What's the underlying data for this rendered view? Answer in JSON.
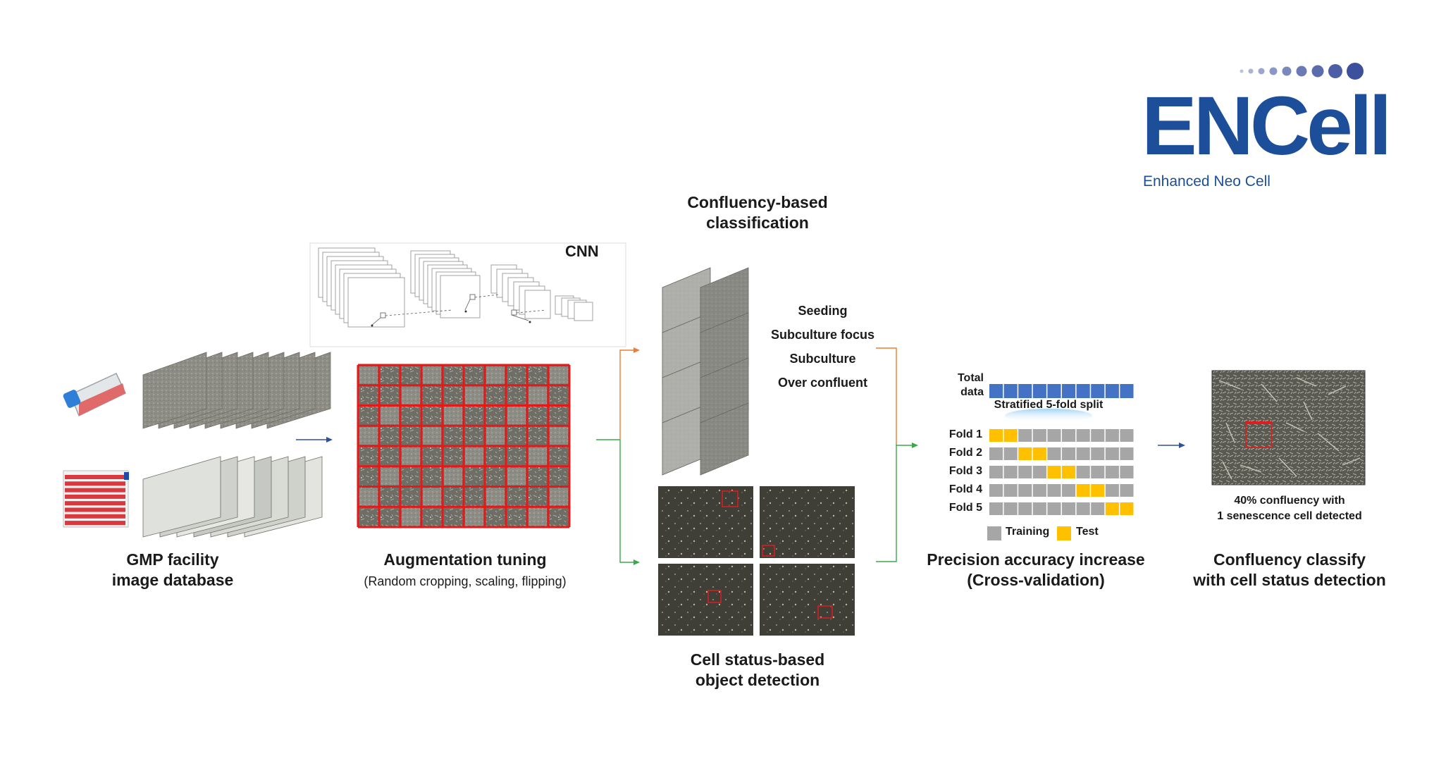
{
  "logo": {
    "wordmark": "ENCell",
    "tagline": "Enhanced Neo Cell",
    "color": "#1d4e9a",
    "dot_color": "#3a4e9c"
  },
  "stage1": {
    "title_line1": "GMP facility",
    "title_line2": "image database"
  },
  "stage2": {
    "network_label": "CNN",
    "title": "Augmentation tuning",
    "subtitle": "(Random cropping, scaling, flipping)"
  },
  "stage3": {
    "classification_title_line1": "Confluency-based",
    "classification_title_line2": "classification",
    "classes": [
      "Seeding",
      "Subculture focus",
      "Subculture",
      "Over confluent"
    ],
    "detection_title_line1": "Cell status-based",
    "detection_title_line2": "object detection"
  },
  "stage4": {
    "total_label_line1": "Total",
    "total_label_line2": "data",
    "split_label": "Stratified 5-fold split",
    "folds": [
      "Fold 1",
      "Fold 2",
      "Fold 3",
      "Fold 4",
      "Fold 5"
    ],
    "legend_training": "Training",
    "legend_test": "Test",
    "title_line1": "Precision accuracy increase",
    "title_line2": "(Cross-validation)",
    "colors": {
      "total": "#4472c4",
      "training": "#a6a6a6",
      "test": "#ffc000"
    }
  },
  "stage5": {
    "result_line1": "40% confluency with",
    "result_line2": "1 senescence cell detected",
    "title_line1": "Confluency classify",
    "title_line2": "with cell status detection"
  },
  "arrows": {
    "blue": "#2f4f9f",
    "orange": "#ed7d31",
    "green": "#3aa84a"
  }
}
